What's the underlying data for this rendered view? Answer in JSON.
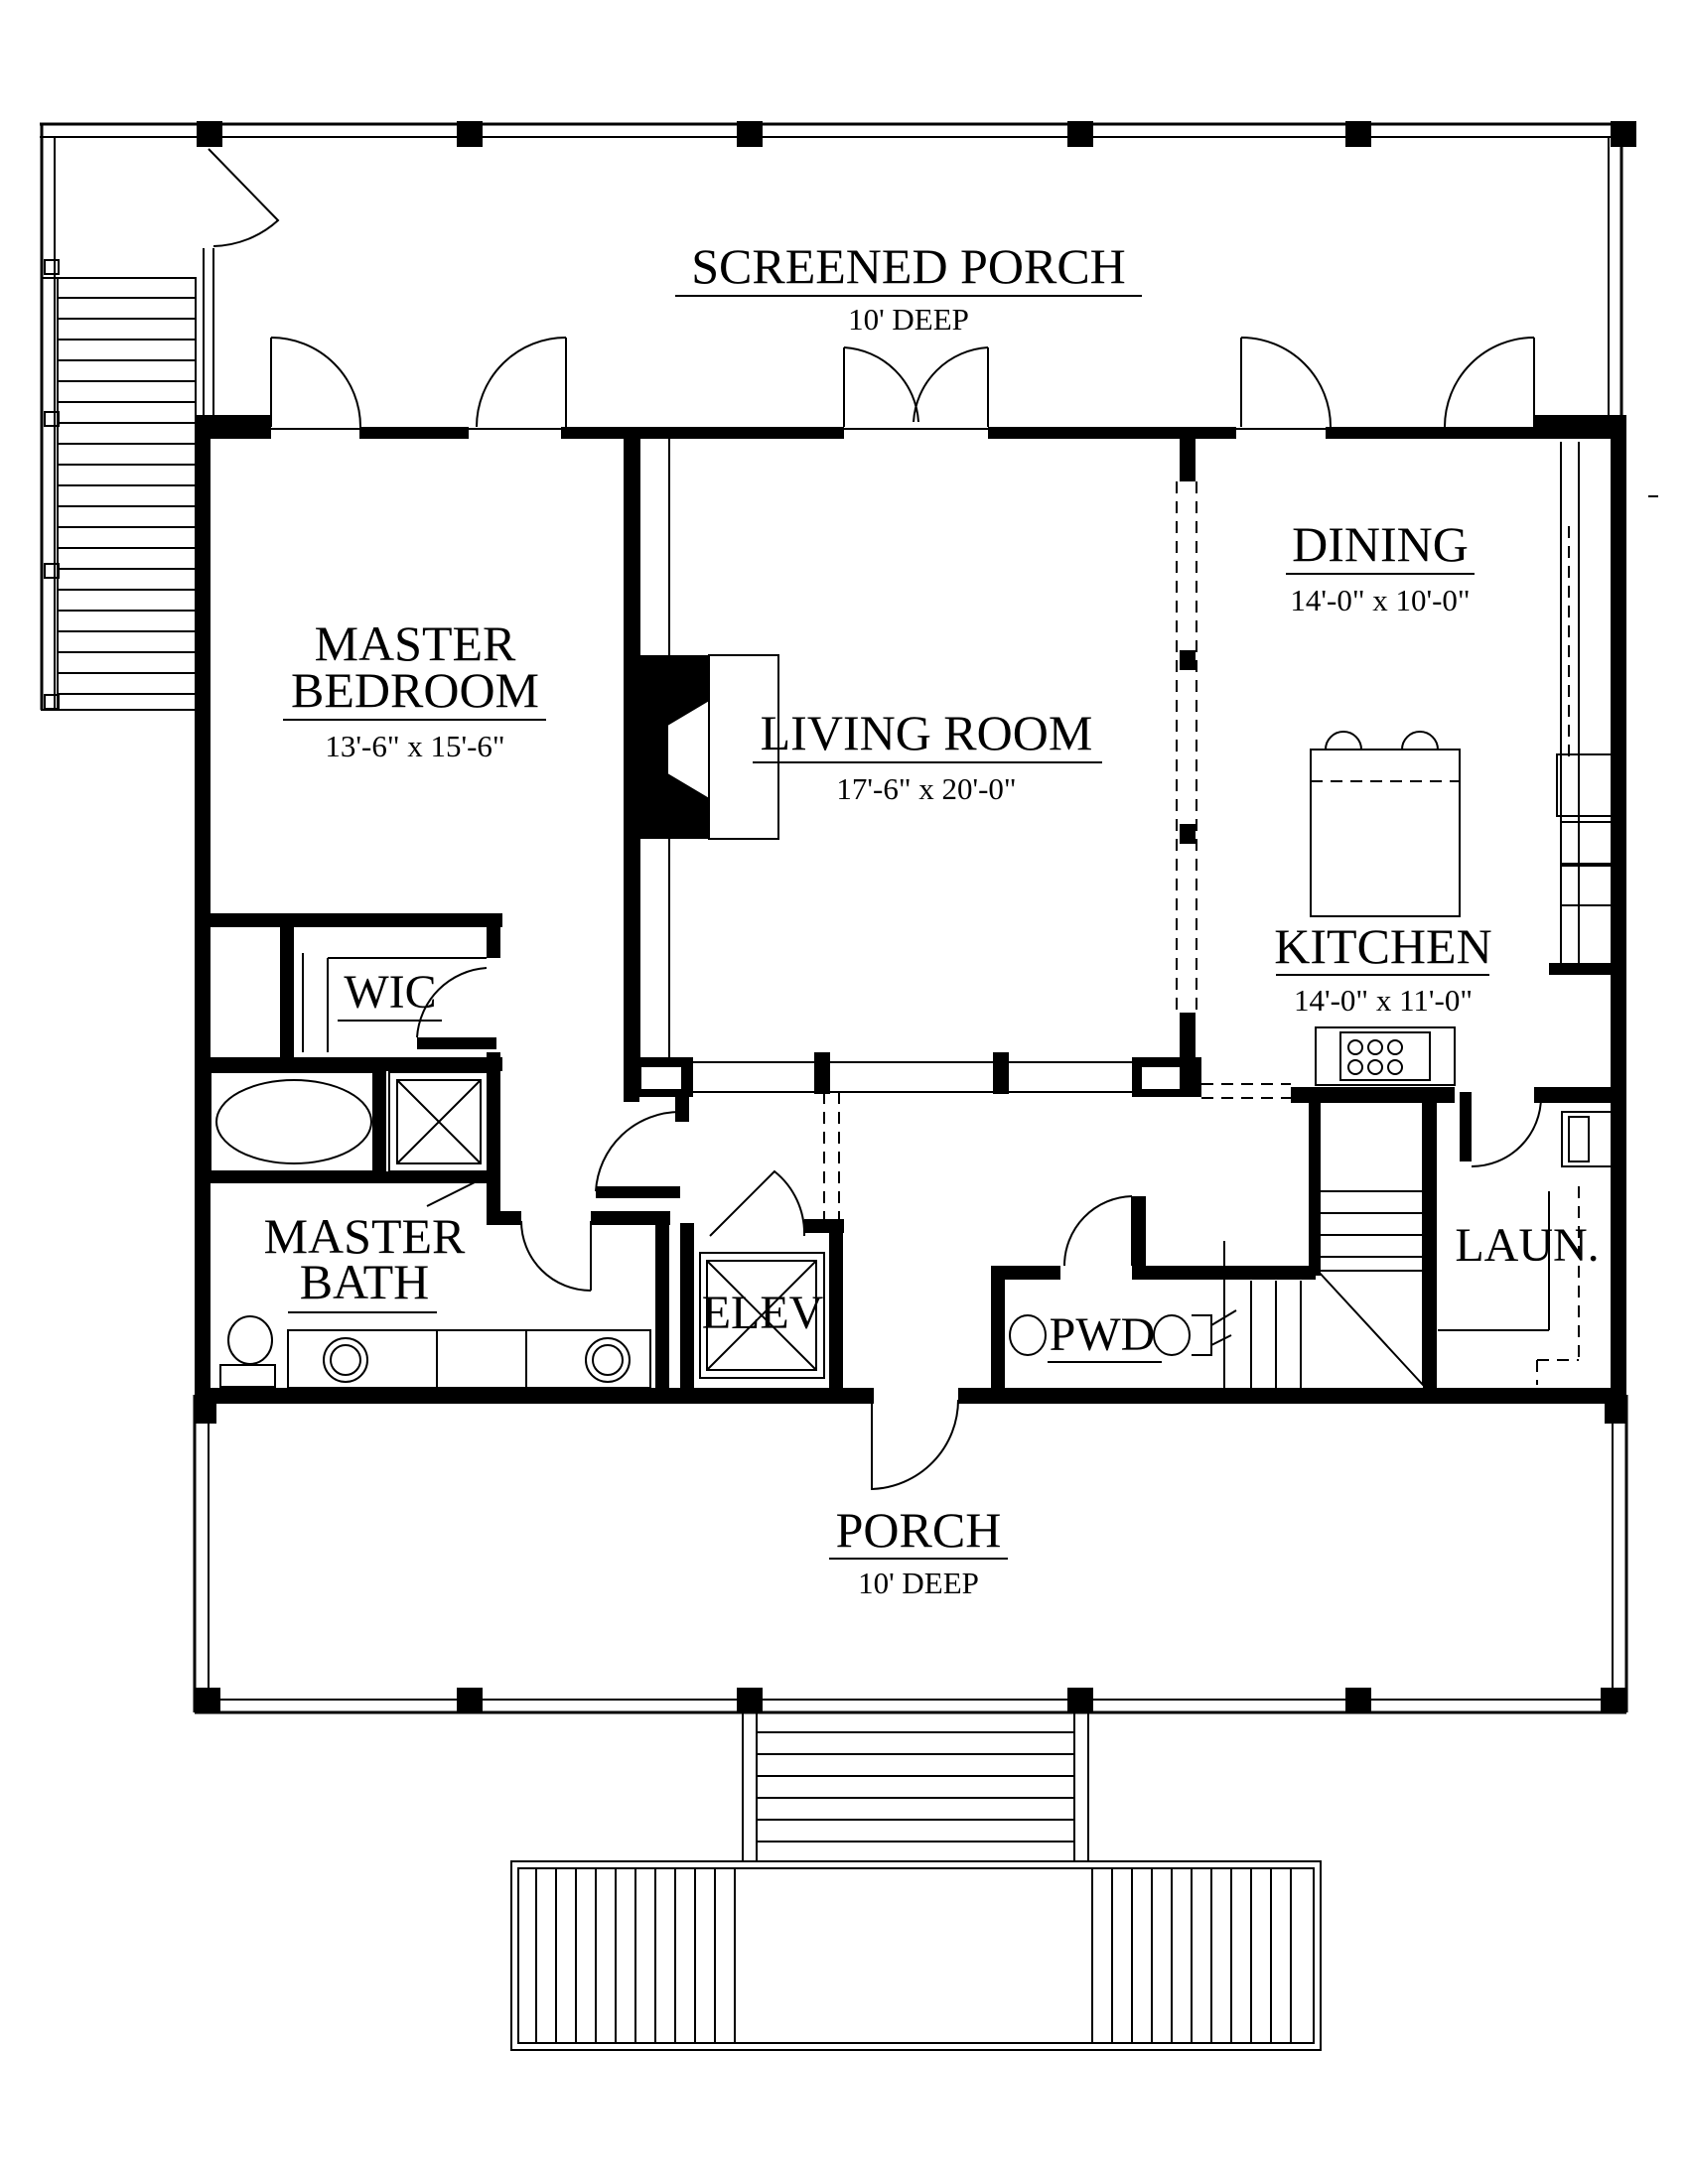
{
  "rooms": {
    "screened_porch": {
      "name": "SCREENED PORCH",
      "dims": "10' DEEP"
    },
    "dining": {
      "name": "DINING",
      "dims": "14'-0\" x 10'-0\""
    },
    "master_bedroom": {
      "name_line1": "MASTER",
      "name_line2": "BEDROOM",
      "dims": "13'-6\" x 15'-6\""
    },
    "living_room": {
      "name": "LIVING ROOM",
      "dims": "17'-6\" x 20'-0\""
    },
    "kitchen": {
      "name": "KITCHEN",
      "dims": "14'-0\" x 11'-0\""
    },
    "wic": {
      "name": "WIC"
    },
    "master_bath": {
      "name_line1": "MASTER",
      "name_line2": "BATH"
    },
    "elev": {
      "name": "ELEV"
    },
    "pwd": {
      "name": "PWD"
    },
    "laun": {
      "name": "LAUN."
    },
    "porch": {
      "name": "PORCH",
      "dims": "10' DEEP"
    }
  },
  "colors": {
    "ink": "#000000",
    "paper": "#ffffff"
  }
}
